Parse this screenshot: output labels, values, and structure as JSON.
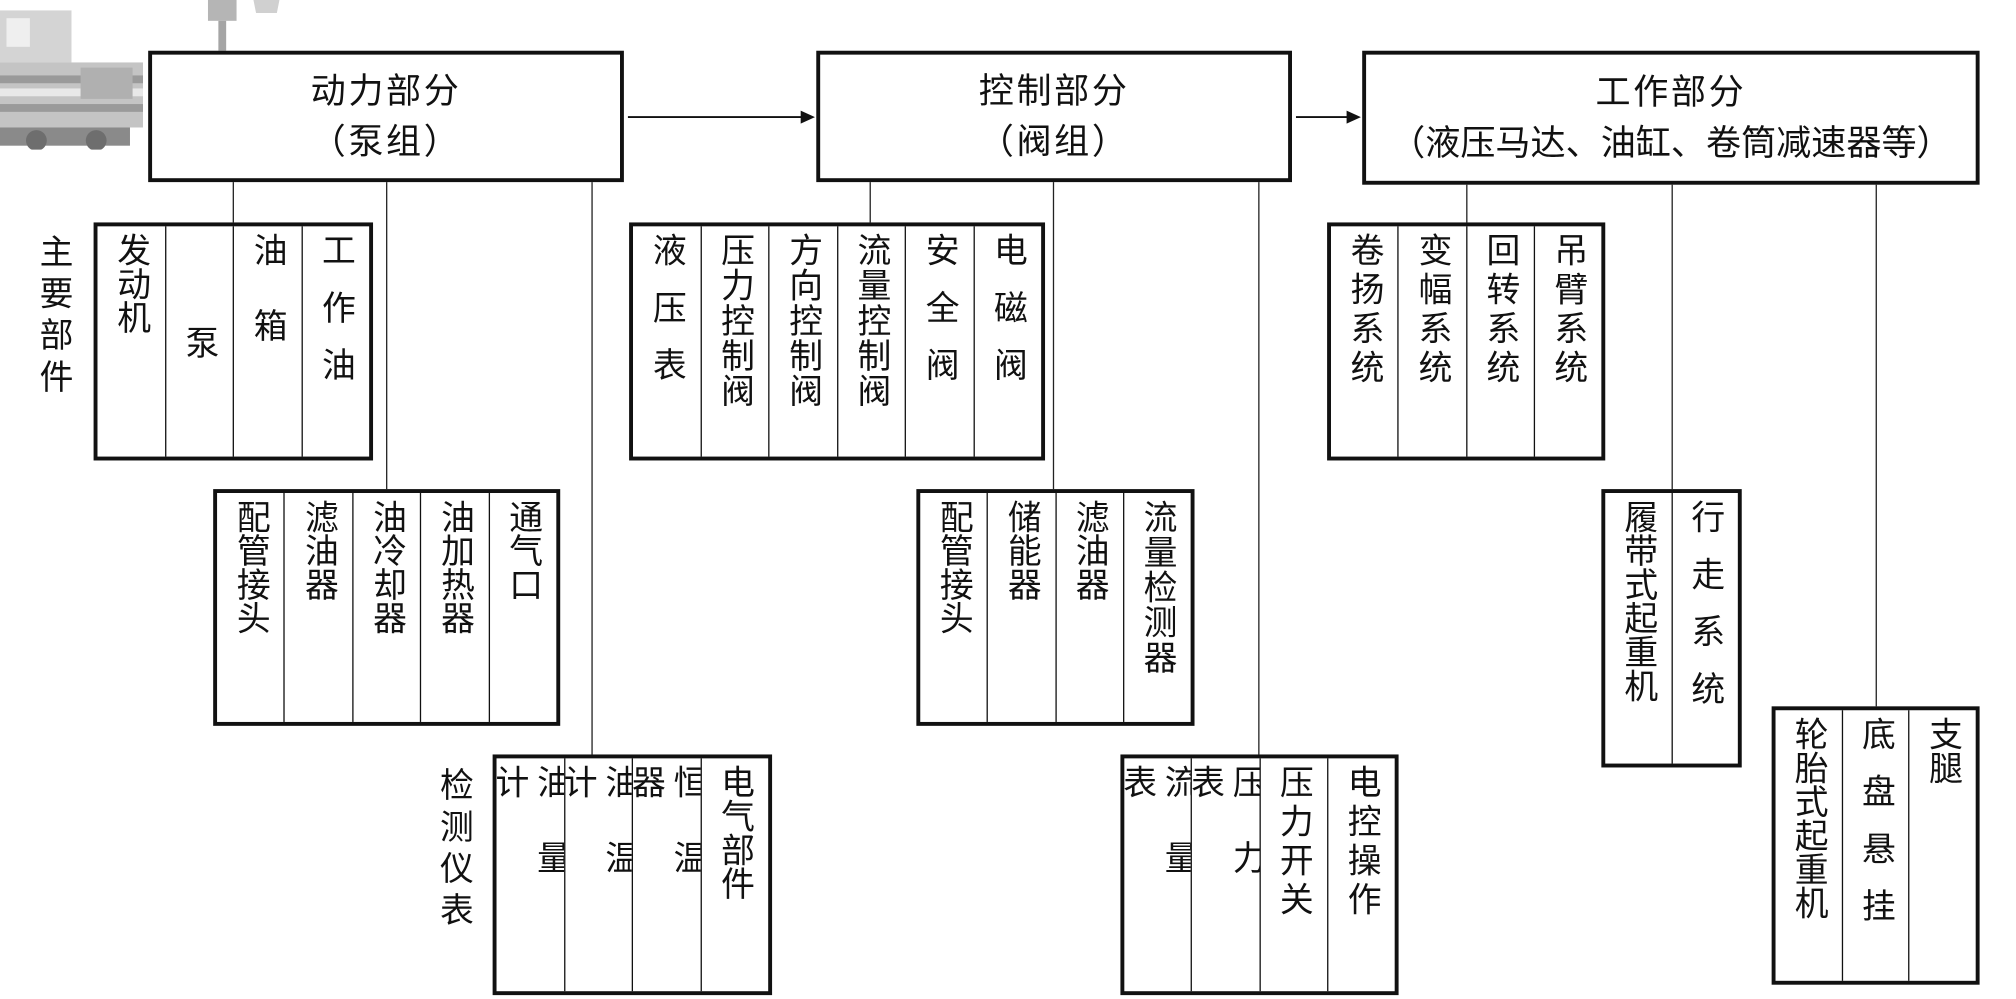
{
  "headers": {
    "power": {
      "line1": "动力部分",
      "line2": "（泵组）"
    },
    "control": {
      "line1": "控制部分",
      "line2": "（阀组）"
    },
    "work": {
      "line1": "工作部分",
      "line2": "（液压马达、油缸、卷筒减速器等）"
    }
  },
  "side_labels": {
    "main_parts": "主要部件",
    "instruments": "检测仪表"
  },
  "groups": {
    "power_main": [
      "发动机",
      "泵",
      "油箱",
      "工作油"
    ],
    "power_accessories": [
      "配管接头",
      "滤油器",
      "油冷却器",
      "油加热器",
      "通气口"
    ],
    "power_instruments": [
      "油量计",
      "油温计",
      "恒温器",
      "电气部件"
    ],
    "control_main": [
      "液压表",
      "压力控制阀",
      "方向控制阀",
      "流量控制阀",
      "安全阀",
      "电磁阀"
    ],
    "control_accessories": [
      "配管接头",
      "储能器",
      "滤油器",
      "流量检测器"
    ],
    "control_instruments": [
      "流量表",
      "压力表",
      "压力开关",
      "电控操作"
    ],
    "work_main": [
      "卷扬系统",
      "变幅系统",
      "回转系统",
      "吊臂系统"
    ],
    "work_crawler": [
      "履带式起重机",
      "行走系统"
    ],
    "work_wheeled": [
      "轮胎式起重机",
      "底盘悬挂",
      "支腿"
    ]
  },
  "colors": {
    "line": "#111111",
    "background": "#ffffff"
  },
  "icons": {
    "corner_image": "crane-image"
  }
}
